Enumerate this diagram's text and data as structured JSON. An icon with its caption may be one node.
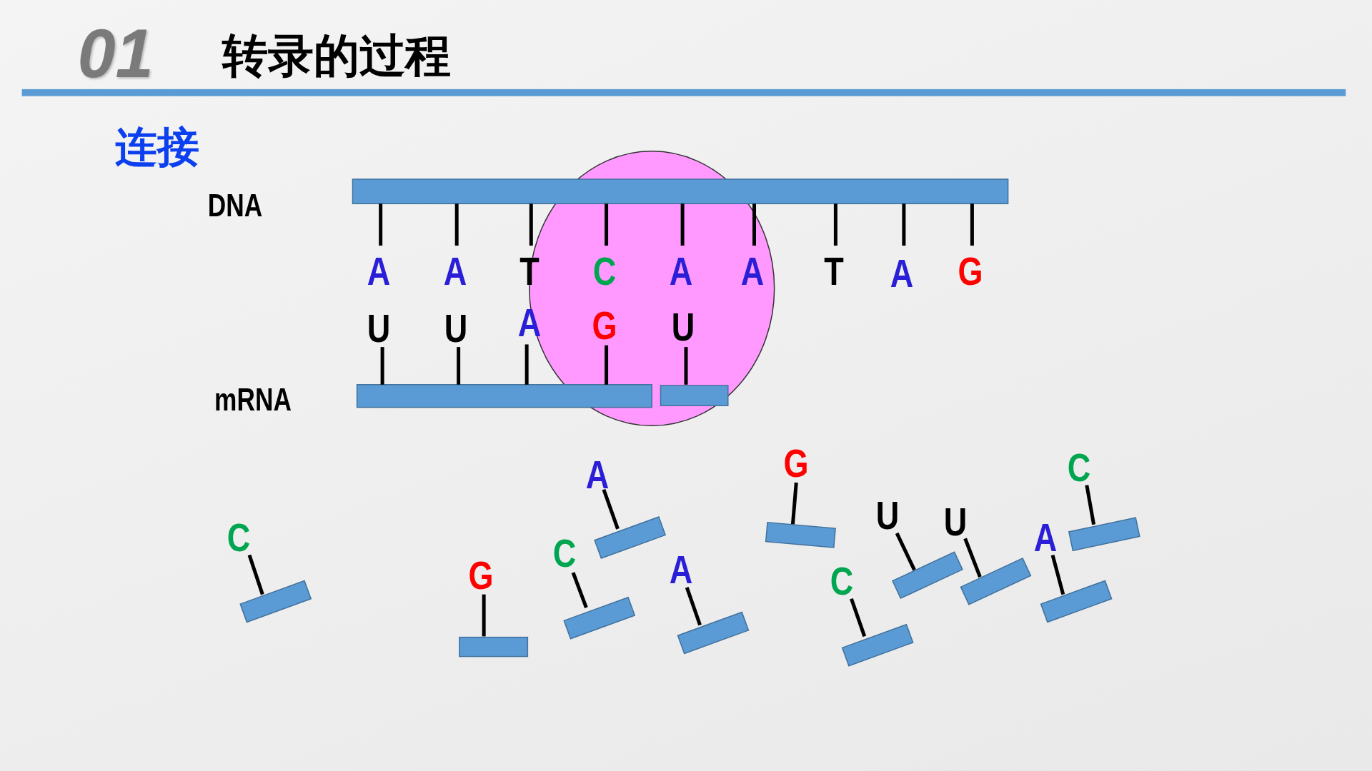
{
  "diagram": {
    "title": "转录的过程",
    "labels": [
      "01",
      "连接",
      "DNA",
      "mRNA",
      "A",
      "A",
      "T",
      "C",
      "A",
      "A",
      "T",
      "A",
      "G",
      "U",
      "U",
      "A",
      "G",
      "U",
      "A",
      "G",
      "C",
      "C",
      "U",
      "U",
      "A",
      "G",
      "C",
      "A",
      "C"
    ]
  }
}
